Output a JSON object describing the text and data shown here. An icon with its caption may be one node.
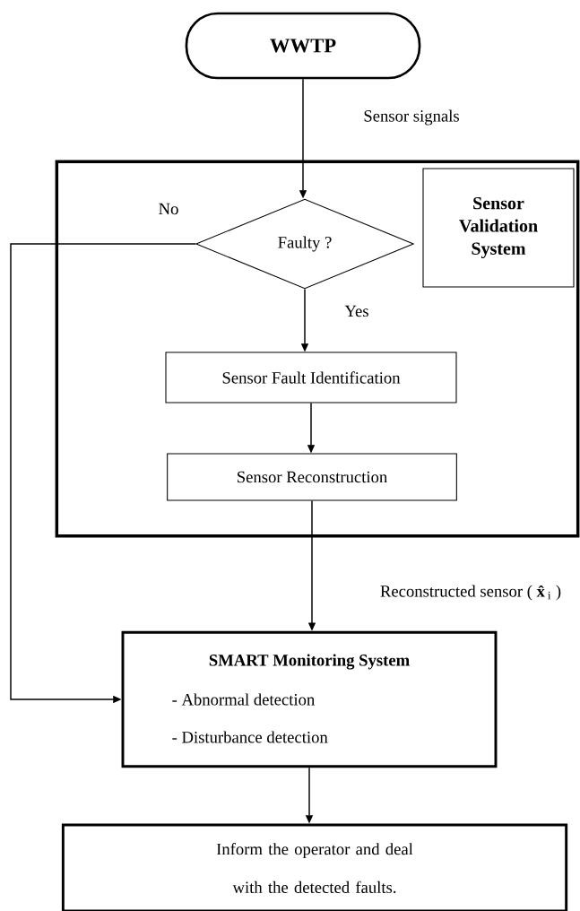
{
  "diagram": {
    "nodes": [
      {
        "text": [
          "WWTP"
        ]
      },
      {
        "text": [],
        "shape": "box"
      },
      {
        "text": [
          "Sensor Validation System"
        ],
        "in": 1
      },
      {
        "text": [
          "Faulty ?"
        ],
        "in": 1
      },
      {
        "text": [
          "Sensor Fault Identification"
        ],
        "in": 1
      },
      {
        "text": [
          "Sensor Reconstruction"
        ],
        "in": 1
      },
      {
        "text": [
          "SMART Monitoring System",
          "- Abnormal detection",
          "- Disturbance detection"
        ]
      },
      {
        "text": [
          "Inform the operator and deal with the detected faults."
        ]
      }
    ],
    "edges": [
      {
        "from": 0,
        "to": 3,
        "arrow": "to",
        "label": "Sensor signals"
      },
      {
        "from": 3,
        "to": 4,
        "arrow": "to",
        "label": "Yes"
      },
      {
        "from": 4,
        "to": 5,
        "arrow": "to"
      },
      {
        "from": 5,
        "to": 6,
        "arrow": "to",
        "label": "Reconstructed sensor ( **x̂**$_{i}$ )"
      },
      {
        "from": 3,
        "to": 6,
        "arrow": "to",
        "label": "No"
      },
      {
        "from": 6,
        "to": 7,
        "arrow": "to"
      }
    ]
  }
}
